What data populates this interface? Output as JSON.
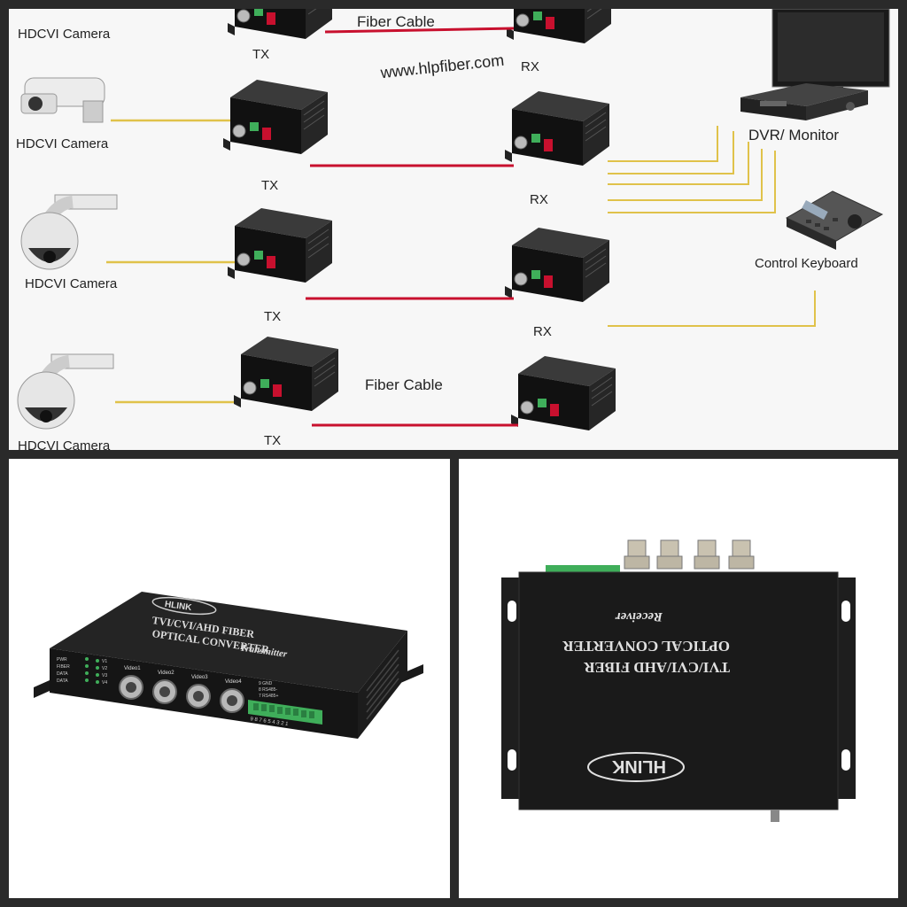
{
  "diagram": {
    "fiber_label_top": "Fiber Cable",
    "fiber_label_bottom": "Fiber Cable",
    "watermark": "www.hlpfiber.com",
    "rows": [
      {
        "camera": "HDCVI Camera",
        "tx": "TX",
        "rx": "RX"
      },
      {
        "camera": "HDCVI Camera",
        "tx": "TX",
        "rx": "RX"
      },
      {
        "camera": "HDCVI Camera",
        "tx": "TX",
        "rx": "RX"
      },
      {
        "camera": "HDCVI Camera",
        "tx": "TX"
      }
    ],
    "dvr_label": "DVR/ Monitor",
    "keyboard_label": "Control Keyboard"
  },
  "transmitter": {
    "brand": "HLINK",
    "title_line1": "TVI/CVI/AHD FIBER",
    "title_line2": "OPTICAL CONVERTER",
    "role": "Transmitter",
    "led_labels": [
      "PWR",
      "FIBER",
      "DATA",
      "DATA"
    ],
    "channel_leds": [
      "V1",
      "V2",
      "V3",
      "V4"
    ],
    "video_ports": [
      "Video1",
      "Video2",
      "Video3",
      "Video4"
    ],
    "terminal_labels": [
      "9 GND",
      "8 RS485-",
      "7 RS485+"
    ],
    "terminal_numbers": "9 8 7 6 5 4 3 2 1"
  },
  "receiver": {
    "brand": "HLINK",
    "role": "Receiver",
    "title_line1": "TVI/CVI/AHD FIBER",
    "title_line2": "OPTICAL CONVERTER"
  },
  "colors": {
    "fiber": "#c8102e",
    "coax": "#e0c24a",
    "fiber_text": "#d0102a",
    "device_body": "#1d1d1d",
    "terminal": "#3fae5a"
  }
}
